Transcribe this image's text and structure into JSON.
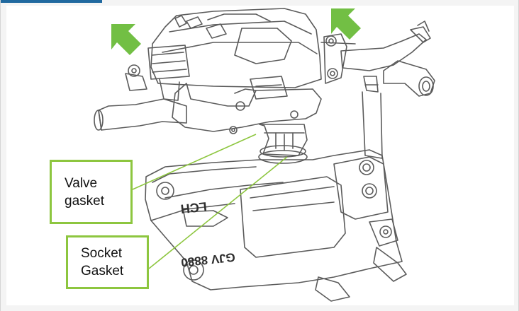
{
  "callouts": {
    "valve": {
      "line1": "Valve",
      "line2": "gasket"
    },
    "socket": {
      "line1": "Socket",
      "line2": "Gasket"
    }
  },
  "part_markings": {
    "marking_a": "LCH",
    "marking_b": "GJV 8880"
  },
  "icons": {
    "left_arrow": "up-left-arrow-icon",
    "right_arrow": "up-left-arrow-icon"
  },
  "colors": {
    "callout_green": "#8dc63f",
    "arrow_green": "#72bf44",
    "line_art": "#5b5b5b",
    "accent_blue": "#20699f"
  }
}
